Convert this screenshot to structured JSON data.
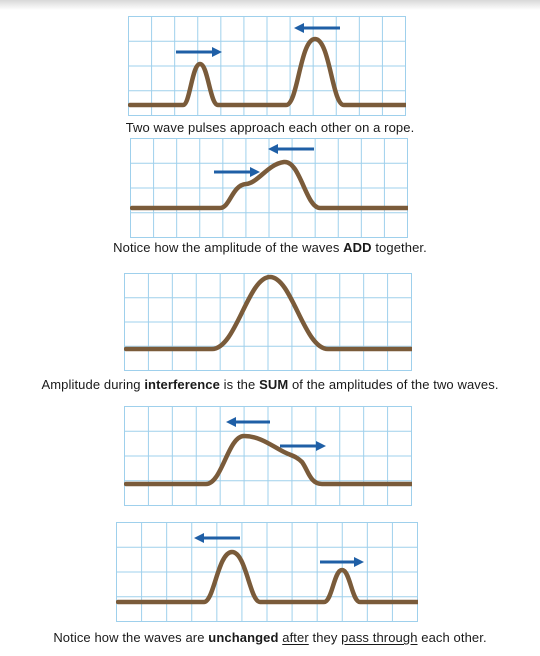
{
  "captions": {
    "c1": "Two wave pulses approach each other on a rope.",
    "c2": {
      "pre": "Notice how the amplitude of the waves ",
      "b1": "ADD",
      "post": " together."
    },
    "c3": {
      "pre": "Amplitude during ",
      "b1": "interference",
      "mid": " is the ",
      "b2": "SUM",
      "post": " of the amplitudes of the two waves."
    },
    "c5": {
      "pre": "Notice how the waves are ",
      "b1": "unchanged",
      "s1": " ",
      "u1": "after",
      "s2": " they ",
      "u2": "pass through",
      "post": " each other."
    }
  },
  "colors": {
    "grid": "#9fd0ec",
    "rope": "#7a5b3a",
    "arrow": "#1f5fa6"
  },
  "panels": [
    {
      "id": "stage-1-approach",
      "arrows": [
        "right",
        "left"
      ]
    },
    {
      "id": "stage-2-overlap-begins",
      "arrows": [
        "right",
        "left"
      ]
    },
    {
      "id": "stage-3-full-overlap",
      "arrows": []
    },
    {
      "id": "stage-4-separating",
      "arrows": [
        "left",
        "right"
      ]
    },
    {
      "id": "stage-5-passed-through",
      "arrows": [
        "left",
        "right"
      ]
    }
  ]
}
